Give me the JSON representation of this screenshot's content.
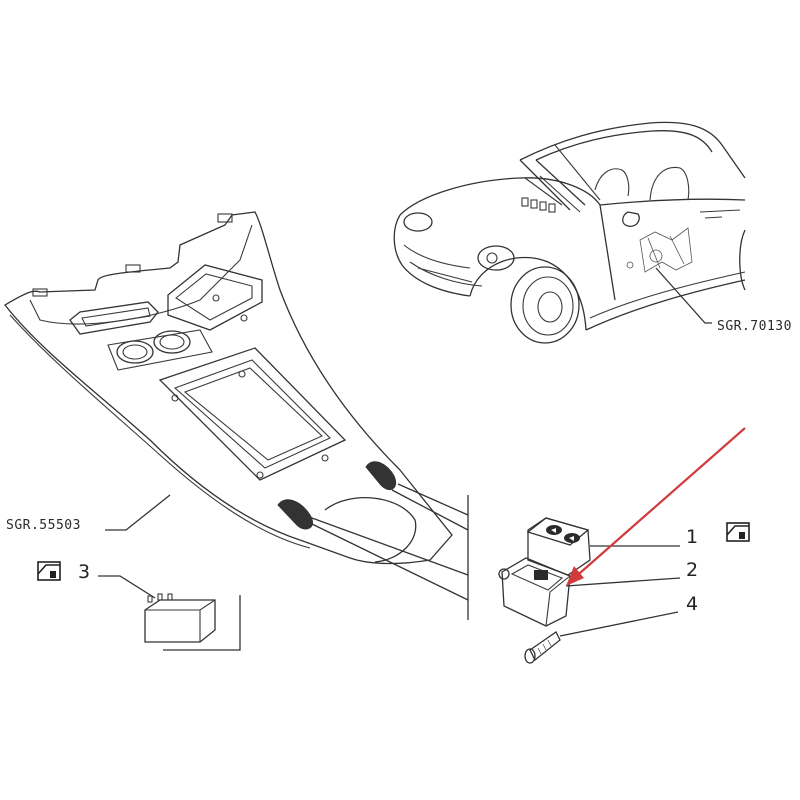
{
  "refs": {
    "console": "SGR.55503",
    "car": "SGR.70130"
  },
  "parts": [
    {
      "num": "1"
    },
    {
      "num": "2"
    },
    {
      "num": "3"
    },
    {
      "num": "4"
    }
  ],
  "colors": {
    "line": "#333333",
    "arrow": "#d23b3b",
    "background": "#ffffff"
  },
  "icons": [
    "window-lift-icon",
    "window-lift-icon"
  ]
}
